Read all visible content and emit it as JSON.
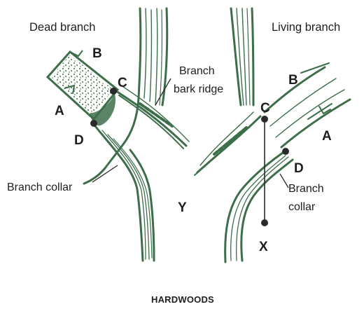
{
  "colors": {
    "bark": "#3d6e4a",
    "ink": "#1e1e1e",
    "dot": "#2a2a2a",
    "background": "#ffffff"
  },
  "headings": {
    "dead": "Dead branch",
    "living": "Living branch"
  },
  "dead_side": {
    "letter_a": "A",
    "letter_b": "B",
    "letter_c": "C",
    "letter_d": "D",
    "collar_label": "Branch collar"
  },
  "center": {
    "ridge_line1": "Branch",
    "ridge_line2": "bark ridge",
    "letter_y": "Y"
  },
  "living_side": {
    "letter_a": "A",
    "letter_b": "B",
    "letter_c": "C",
    "letter_d": "D",
    "letter_x": "X",
    "collar_line1": "Branch",
    "collar_line2": "collar"
  },
  "caption": "HARDWOODS"
}
